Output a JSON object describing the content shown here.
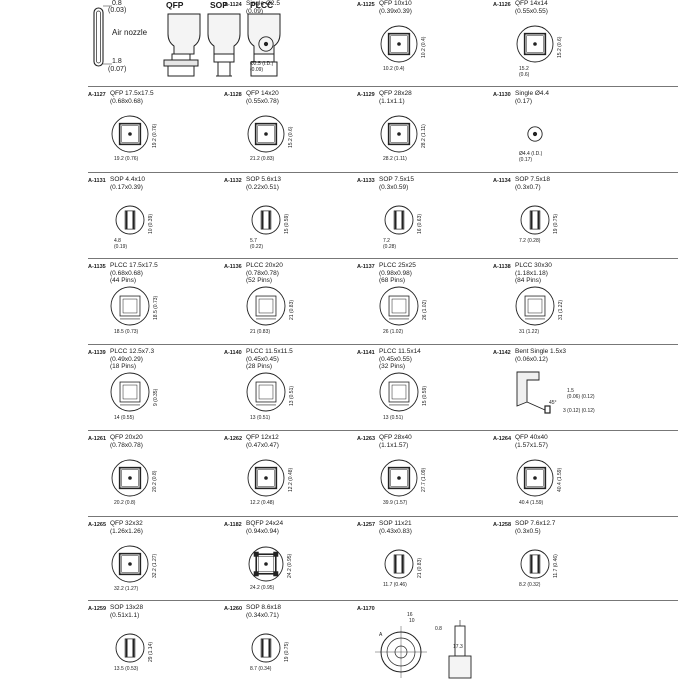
{
  "header": {
    "air_nozzle": {
      "top_dim": "0.8",
      "top_dim_in": "(0.03)",
      "label": "Air nozzle",
      "bottom_dim": "1.8",
      "bottom_dim_in": "(0.07)"
    },
    "styles": [
      "QFP",
      "SOP",
      "PLCC"
    ]
  },
  "rows": [
    [
      {
        "code": "A-1124",
        "lines": [
          "Single Ø2.5",
          "(0.09)"
        ],
        "shape": "round",
        "dims": [
          "Ø2.5 (I.D.)",
          "(0.09)"
        ],
        "vdim": ""
      },
      {
        "code": "A-1125",
        "lines": [
          "QFP 10x10",
          "(0.39x0.39)"
        ],
        "shape": "square",
        "dims": [
          "10.2 (0.4)"
        ],
        "vdim": "10.2 (0.4)"
      },
      {
        "code": "A-1126",
        "lines": [
          "QFP 14x14",
          "(0.55x0.55)"
        ],
        "shape": "square",
        "dims": [
          "15.2",
          "(0.6)"
        ],
        "vdim": "15.2 (0.6)"
      }
    ],
    [
      {
        "code": "A-1127",
        "lines": [
          "QFP 17.5x17.5",
          "(0.68x0.68)"
        ],
        "shape": "square",
        "dims": [
          "19.2 (0.76)"
        ],
        "vdim": "19.2 (0.76)"
      },
      {
        "code": "A-1128",
        "lines": [
          "QFP 14x20",
          "(0.55x0.78)"
        ],
        "shape": "square",
        "dims": [
          "21.2 (0.83)"
        ],
        "vdim": "15.2 (0.6)"
      },
      {
        "code": "A-1129",
        "lines": [
          "QFP 28x28",
          "(1.1x1.1)"
        ],
        "shape": "square",
        "dims": [
          "28.2 (1.11)"
        ],
        "vdim": "28.2 (1.11)"
      },
      {
        "code": "A-1130",
        "lines": [
          "Single Ø4.4",
          "(0.17)"
        ],
        "shape": "round",
        "dims": [
          "Ø4.4 (I.D.)",
          "(0.17)"
        ],
        "vdim": ""
      }
    ],
    [
      {
        "code": "A-1131",
        "lines": [
          "SOP 4.4x10",
          "(0.17x0.39)"
        ],
        "shape": "sop",
        "dims": [
          "4.8",
          "(0.19)"
        ],
        "vdim": "10 (0.39)"
      },
      {
        "code": "A-1132",
        "lines": [
          "SOP 5.6x13",
          "(0.22x0.51)"
        ],
        "shape": "sop",
        "dims": [
          "5.7",
          "(0.22)"
        ],
        "vdim": "15 (0.59)"
      },
      {
        "code": "A-1133",
        "lines": [
          "SOP 7.5x15",
          "(0.3x0.59)"
        ],
        "shape": "sop",
        "dims": [
          "7.2",
          "(0.28)"
        ],
        "vdim": "16 (0.63)"
      },
      {
        "code": "A-1134",
        "lines": [
          "SOP 7.5x18",
          "(0.3x0.7)"
        ],
        "shape": "sop",
        "dims": [
          "7.2 (0.28)"
        ],
        "vdim": "19 (0.75)"
      }
    ],
    [
      {
        "code": "A-1135",
        "lines": [
          "PLCC 17.5x17.5",
          "(0.68x0.68)",
          "(44 Pins)"
        ],
        "shape": "plcc",
        "dims": [
          "18.5 (0.73)"
        ],
        "vdim": "18.5 (0.73)"
      },
      {
        "code": "A-1136",
        "lines": [
          "PLCC 20x20",
          "(0.78x0.78)",
          "(52 Pins)"
        ],
        "shape": "plcc",
        "dims": [
          "21 (0.83)"
        ],
        "vdim": "21 (0.83)"
      },
      {
        "code": "A-1137",
        "lines": [
          "PLCC 25x25",
          "(0.98x0.98)",
          "(68 Pins)"
        ],
        "shape": "plcc",
        "dims": [
          "26 (1.02)"
        ],
        "vdim": "26 (1.02)"
      },
      {
        "code": "A-1138",
        "lines": [
          "PLCC 30x30",
          "(1.18x1.18)",
          "(84 Pins)"
        ],
        "shape": "plcc",
        "dims": [
          "31 (1.22)"
        ],
        "vdim": "31 (1.22)"
      }
    ],
    [
      {
        "code": "A-1139",
        "lines": [
          "PLCC 12.5x7.3",
          "(0.49x0.29)",
          "(18 Pins)"
        ],
        "shape": "plcc",
        "dims": [
          "14 (0.55)"
        ],
        "vdim": "9 (0.35)"
      },
      {
        "code": "A-1140",
        "lines": [
          "PLCC 11.5x11.5",
          "(0.45x0.45)",
          "(28 Pins)"
        ],
        "shape": "plcc",
        "dims": [
          "13 (0.51)"
        ],
        "vdim": "13 (0.51)"
      },
      {
        "code": "A-1141",
        "lines": [
          "PLCC 11.5x14",
          "(0.45x0.55)",
          "(32 Pins)"
        ],
        "shape": "plcc",
        "dims": [
          "13 (0.51)"
        ],
        "vdim": "15 (0.59)"
      },
      {
        "code": "A-1142",
        "lines": [
          "Bent Single 1.5x3",
          "(0.06x0.12)"
        ],
        "shape": "bent",
        "dims": [
          "1.5",
          "(0.06) (0.12)",
          "3 (0.12) (0.12)",
          "45°"
        ],
        "vdim": ""
      }
    ],
    [
      {
        "code": "A-1261",
        "lines": [
          "QFP 20x20",
          "(0.78x0.78)"
        ],
        "shape": "square",
        "dims": [
          "20.2 (0.8)"
        ],
        "vdim": "20.2 (0.8)"
      },
      {
        "code": "A-1262",
        "lines": [
          "QFP 12x12",
          "(0.47x0.47)"
        ],
        "shape": "square",
        "dims": [
          "12.2 (0.48)"
        ],
        "vdim": "12.2 (0.48)"
      },
      {
        "code": "A-1263",
        "lines": [
          "QFP 28x40",
          "(1.1x1.57)"
        ],
        "shape": "square",
        "dims": [
          "39.9 (1.57)"
        ],
        "vdim": "27.7 (1.09)"
      },
      {
        "code": "A-1264",
        "lines": [
          "QFP 40x40",
          "(1.57x1.57)"
        ],
        "shape": "square",
        "dims": [
          "40.4 (1.59)"
        ],
        "vdim": "40.4 (1.59)"
      }
    ],
    [
      {
        "code": "A-1265",
        "lines": [
          "QFP 32x32",
          "(1.26x1.26)"
        ],
        "shape": "square",
        "dims": [
          "32.2 (1.27)"
        ],
        "vdim": "32.2 (1.27)"
      },
      {
        "code": "A-1182",
        "lines": [
          "BQFP 24x24",
          "(0.94x0.94)"
        ],
        "shape": "bqfp",
        "dims": [
          "24.2 (0.95)"
        ],
        "vdim": "24.2 (0.95)"
      },
      {
        "code": "A-1257",
        "lines": [
          "SOP 11x21",
          "(0.43x0.83)"
        ],
        "shape": "sop",
        "dims": [
          "11.7 (0.46)"
        ],
        "vdim": "21 (0.83)"
      },
      {
        "code": "A-1258",
        "lines": [
          "SOP 7.6x12.7",
          "(0.3x0.5)"
        ],
        "shape": "sop",
        "dims": [
          "8.2 (0.32)"
        ],
        "vdim": "11.7 (0.46)"
      }
    ],
    [
      {
        "code": "A-1259",
        "lines": [
          "SOP 13x28",
          "(0.51x1.1)"
        ],
        "shape": "sop",
        "dims": [
          "13.5 (0.53)"
        ],
        "vdim": "29 (1.14)"
      },
      {
        "code": "A-1260",
        "lines": [
          "SOP 8.6x18",
          "(0.34x0.71)"
        ],
        "shape": "sop",
        "dims": [
          "8.7 (0.34)"
        ],
        "vdim": "19 (0.75)"
      },
      {
        "code": "A-1170",
        "lines": [],
        "shape": "special",
        "dims": [
          "16",
          "10",
          "0.8",
          "17.3",
          "A"
        ],
        "vdim": ""
      }
    ]
  ]
}
